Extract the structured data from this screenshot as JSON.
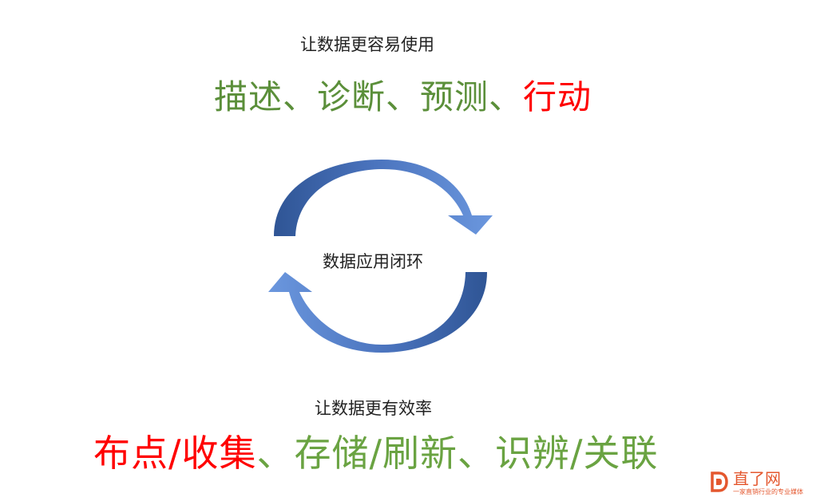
{
  "top_caption": "让数据更容易使用",
  "top_main": [
    {
      "text": "描述、诊断、预测、",
      "color": "#5b8f3a"
    },
    {
      "text": "行动",
      "color": "#ff0000"
    }
  ],
  "center_label": "数据应用闭环",
  "bottom_caption": "让数据更有效率",
  "bottom_main": [
    {
      "text": "布点/收集",
      "color": "#ff0000"
    },
    {
      "text": "、存储/刷新、识辨/关联",
      "color": "#6aa342"
    }
  ],
  "colors": {
    "arrow_light": "#5a86d0",
    "arrow_dark": "#2f5595"
  },
  "logo": {
    "name": "直了网",
    "slogan": "一家直销行业的专业媒体",
    "color": "#e4572e"
  }
}
